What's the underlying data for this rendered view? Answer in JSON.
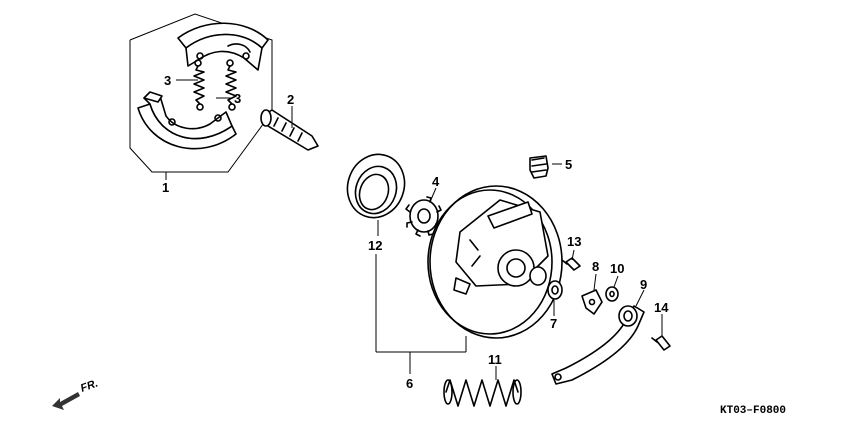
{
  "diagram": {
    "code": "KT03–F0800",
    "front_label": "FR.",
    "callouts": {
      "c1": "1",
      "c2": "2",
      "c3a": "3",
      "c3b": "3",
      "c4": "4",
      "c5": "5",
      "c6": "6",
      "c7": "7",
      "c8": "8",
      "c9": "9",
      "c10": "10",
      "c11": "11",
      "c12": "12",
      "c13": "13",
      "c14": "14"
    }
  }
}
